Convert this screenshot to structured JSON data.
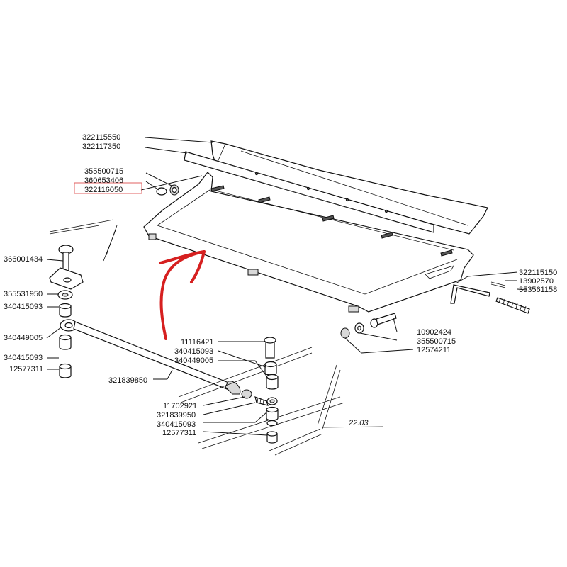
{
  "colors": {
    "ink": "#111111",
    "highlight_box": "#e06060",
    "arrow": "#d62020"
  },
  "parts": [
    {
      "id": "p1",
      "number": "322115550"
    },
    {
      "id": "p2",
      "number": "322117350"
    },
    {
      "id": "p3",
      "number": "355500715"
    },
    {
      "id": "p4",
      "number": "360653406"
    },
    {
      "id": "p5",
      "number": "322116050",
      "highlighted": true
    },
    {
      "id": "p6",
      "number": "366001434"
    },
    {
      "id": "p7",
      "number": "355531950"
    },
    {
      "id": "p8",
      "number": "340415093"
    },
    {
      "id": "p9",
      "number": "340449005"
    },
    {
      "id": "p10",
      "number": "340415093"
    },
    {
      "id": "p11",
      "number": "12577311"
    },
    {
      "id": "p12",
      "number": "321839850"
    },
    {
      "id": "p13",
      "number": "11116421"
    },
    {
      "id": "p14",
      "number": "340415093"
    },
    {
      "id": "p15",
      "number": "340449005"
    },
    {
      "id": "p16",
      "number": "11702921"
    },
    {
      "id": "p17",
      "number": "321839950"
    },
    {
      "id": "p18",
      "number": "340415093"
    },
    {
      "id": "p19",
      "number": "12577311"
    },
    {
      "id": "p20",
      "number": "322115150"
    },
    {
      "id": "p21",
      "number": "13902570"
    },
    {
      "id": "p22",
      "number": "353561158"
    },
    {
      "id": "p23",
      "number": "10902424"
    },
    {
      "id": "p24",
      "number": "355500715"
    },
    {
      "id": "p25",
      "number": "12574211"
    }
  ],
  "reference": "22.03"
}
